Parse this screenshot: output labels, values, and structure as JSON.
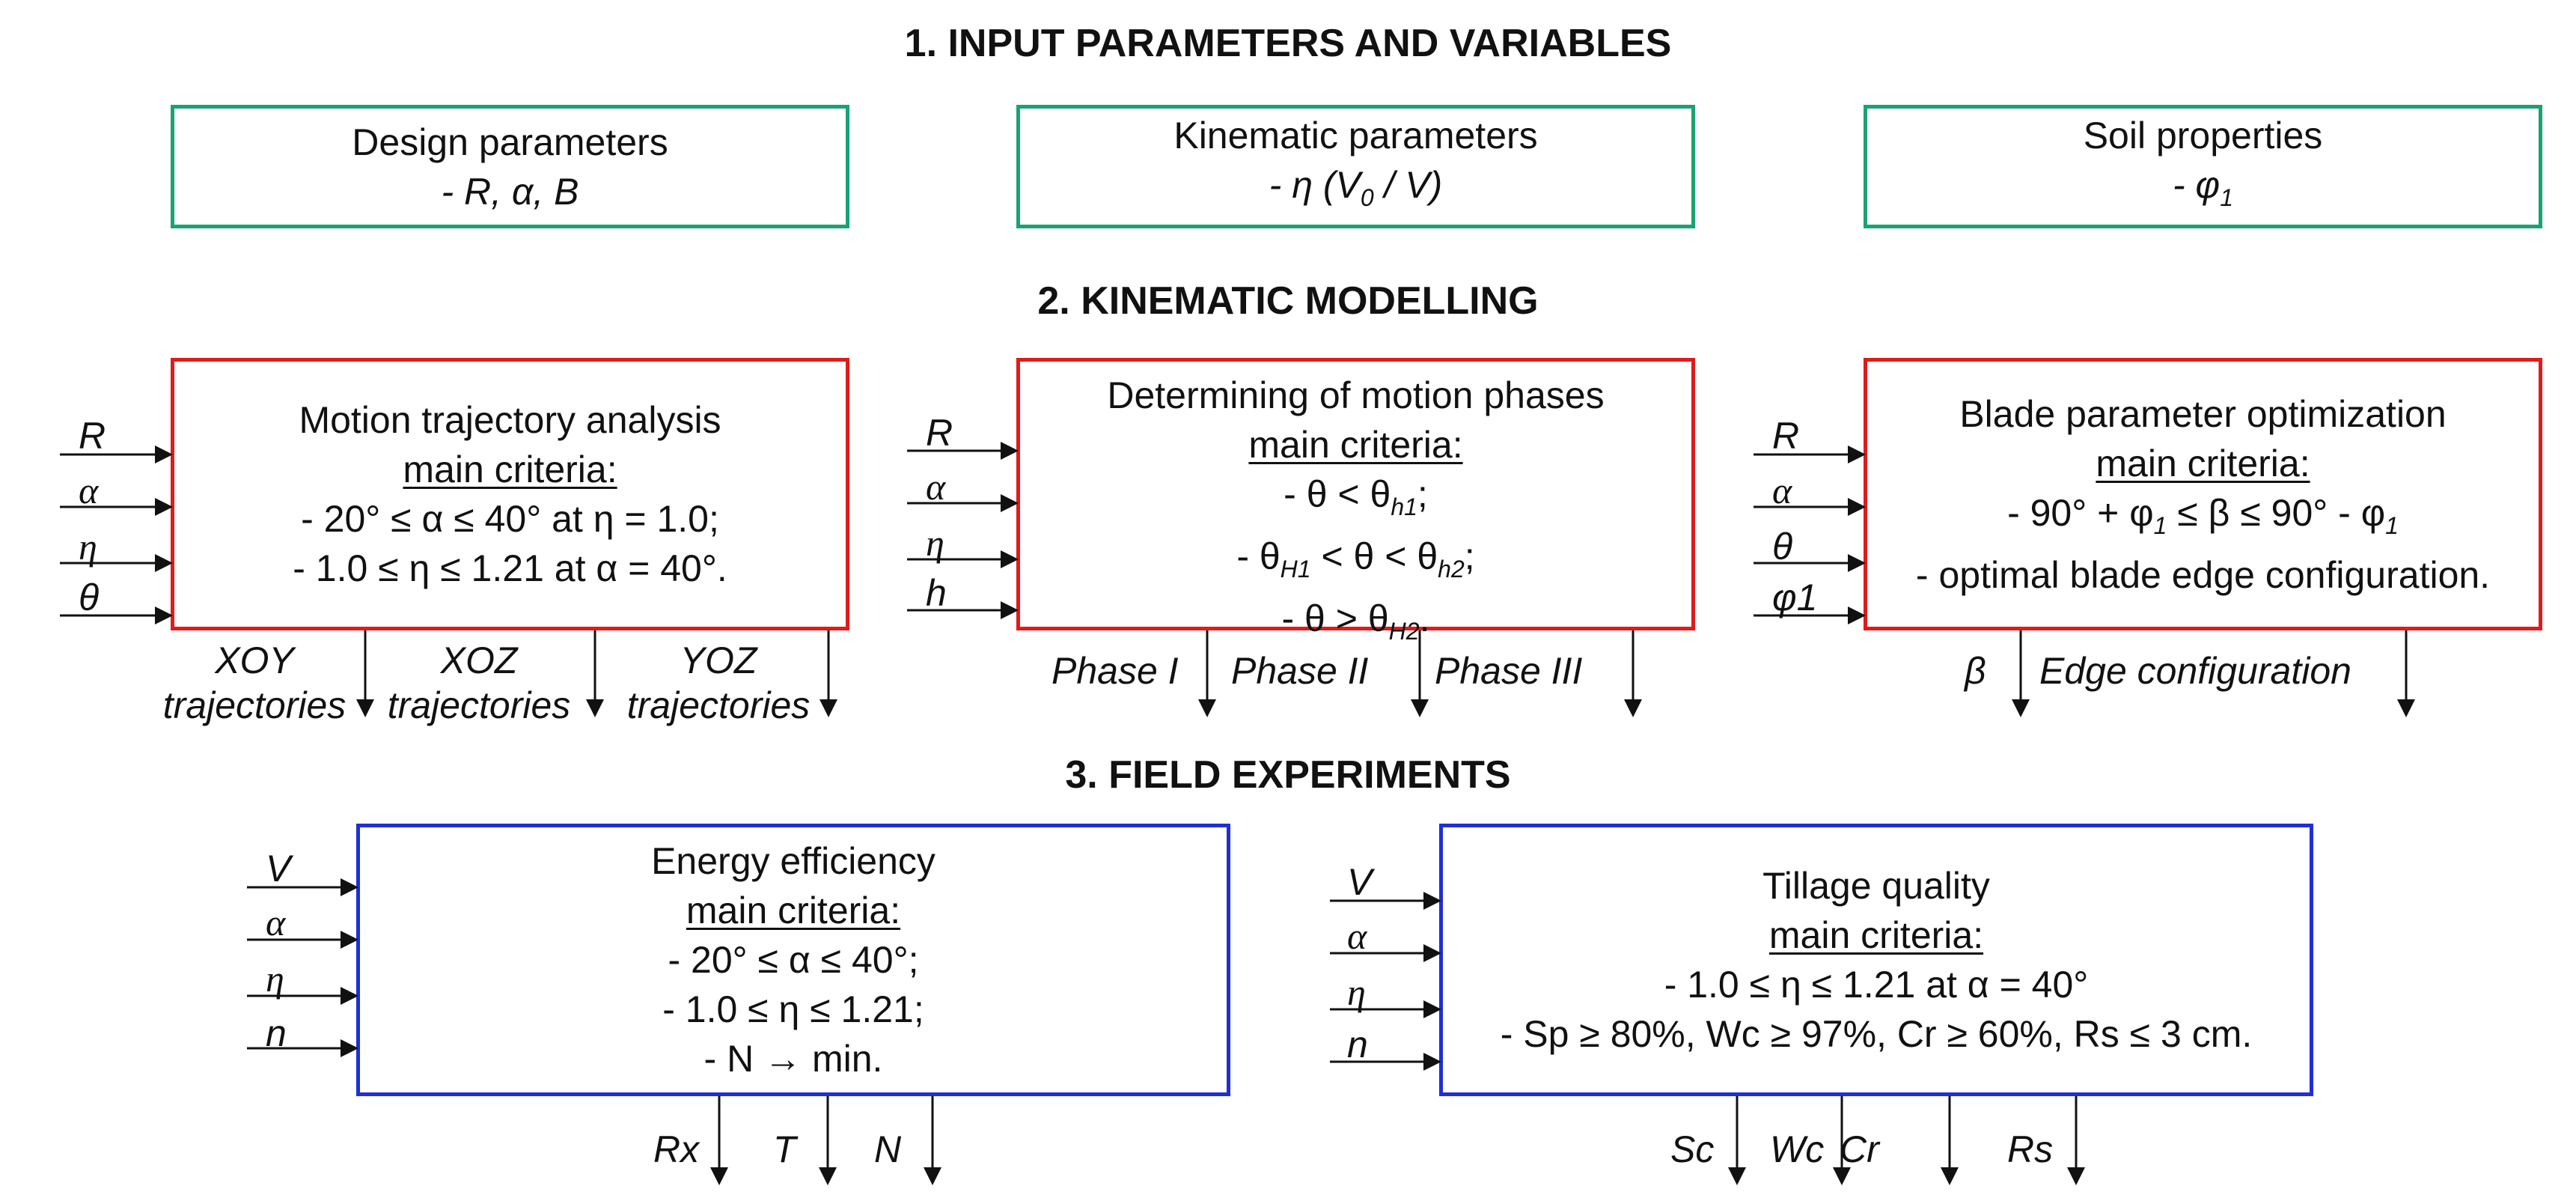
{
  "sections": {
    "s1": "1. INPUT PARAMETERS AND VARIABLES",
    "s2": "2. KINEMATIC MODELLING",
    "s3": "3. FIELD EXPERIMENTS"
  },
  "inputs": {
    "design": {
      "title": "Design parameters",
      "value": "- R, α, B"
    },
    "kinematic": {
      "title": "Kinematic parameters",
      "value_prefix": "- η (V",
      "value_sub": "0",
      "value_suffix": " / V)"
    },
    "soil": {
      "title": "Soil properties",
      "value_prefix": "- φ",
      "value_sub": "1"
    }
  },
  "criteria_label": "main criteria:",
  "trajectory": {
    "title": "Motion trajectory analysis",
    "lines": [
      "- 20° ≤ α ≤ 40° at η = 1.0;",
      "- 1.0 ≤ η ≤ 1.21 at α = 40°."
    ],
    "inputs": [
      "R",
      "α",
      "η",
      "θ"
    ],
    "outputs": [
      {
        "top": "XOY",
        "bottom": "trajectories"
      },
      {
        "top": "XOZ",
        "bottom": "trajectories"
      },
      {
        "top": "YOZ",
        "bottom": "trajectories"
      }
    ]
  },
  "phases": {
    "title": "Determining of motion phases",
    "line1": {
      "a": "- θ < θ",
      "sub": "h1",
      "b": ";"
    },
    "line2": {
      "a": "- θ",
      "sub1": "H1",
      "b": " < θ < θ",
      "sub2": "h2",
      "c": ";"
    },
    "line3": {
      "a": "- θ > θ",
      "sub": "H2",
      "b": "."
    },
    "inputs": [
      "R",
      "α",
      "η",
      "h"
    ],
    "outputs": [
      "Phase I",
      "Phase II",
      "Phase III"
    ]
  },
  "blade": {
    "title": "Blade parameter optimization",
    "line1": {
      "a": "- 90° + φ",
      "sub1": "1",
      "b": " ≤ β ≤ 90° - φ",
      "sub2": "1"
    },
    "line2": "- optimal blade edge configuration.",
    "inputs": [
      "R",
      "α",
      "θ",
      "φ1"
    ],
    "outputs": [
      "β",
      "Edge configuration"
    ]
  },
  "energy": {
    "title": "Energy efficiency",
    "lines": [
      "- 20° ≤ α ≤ 40°;",
      "- 1.0 ≤ η ≤ 1.21;",
      "- N → min."
    ],
    "inputs": [
      "V",
      "α",
      "η",
      "n"
    ],
    "outputs": [
      "Rx",
      "T",
      "N"
    ]
  },
  "tillage": {
    "title": "Tillage quality",
    "lines": [
      "- 1.0 ≤ η ≤ 1.21 at α = 40°",
      "- Sp ≥ 80%, Wc ≥ 97%, Cr ≥ 60%, Rs ≤ 3 cm."
    ],
    "inputs": [
      "V",
      "α",
      "η",
      "n"
    ],
    "outputs": [
      "Sc",
      "Wc",
      "Cr",
      "Rs"
    ]
  },
  "colors": {
    "green": "#1aa372",
    "red": "#e01b1b",
    "blue": "#1f2fd6"
  }
}
